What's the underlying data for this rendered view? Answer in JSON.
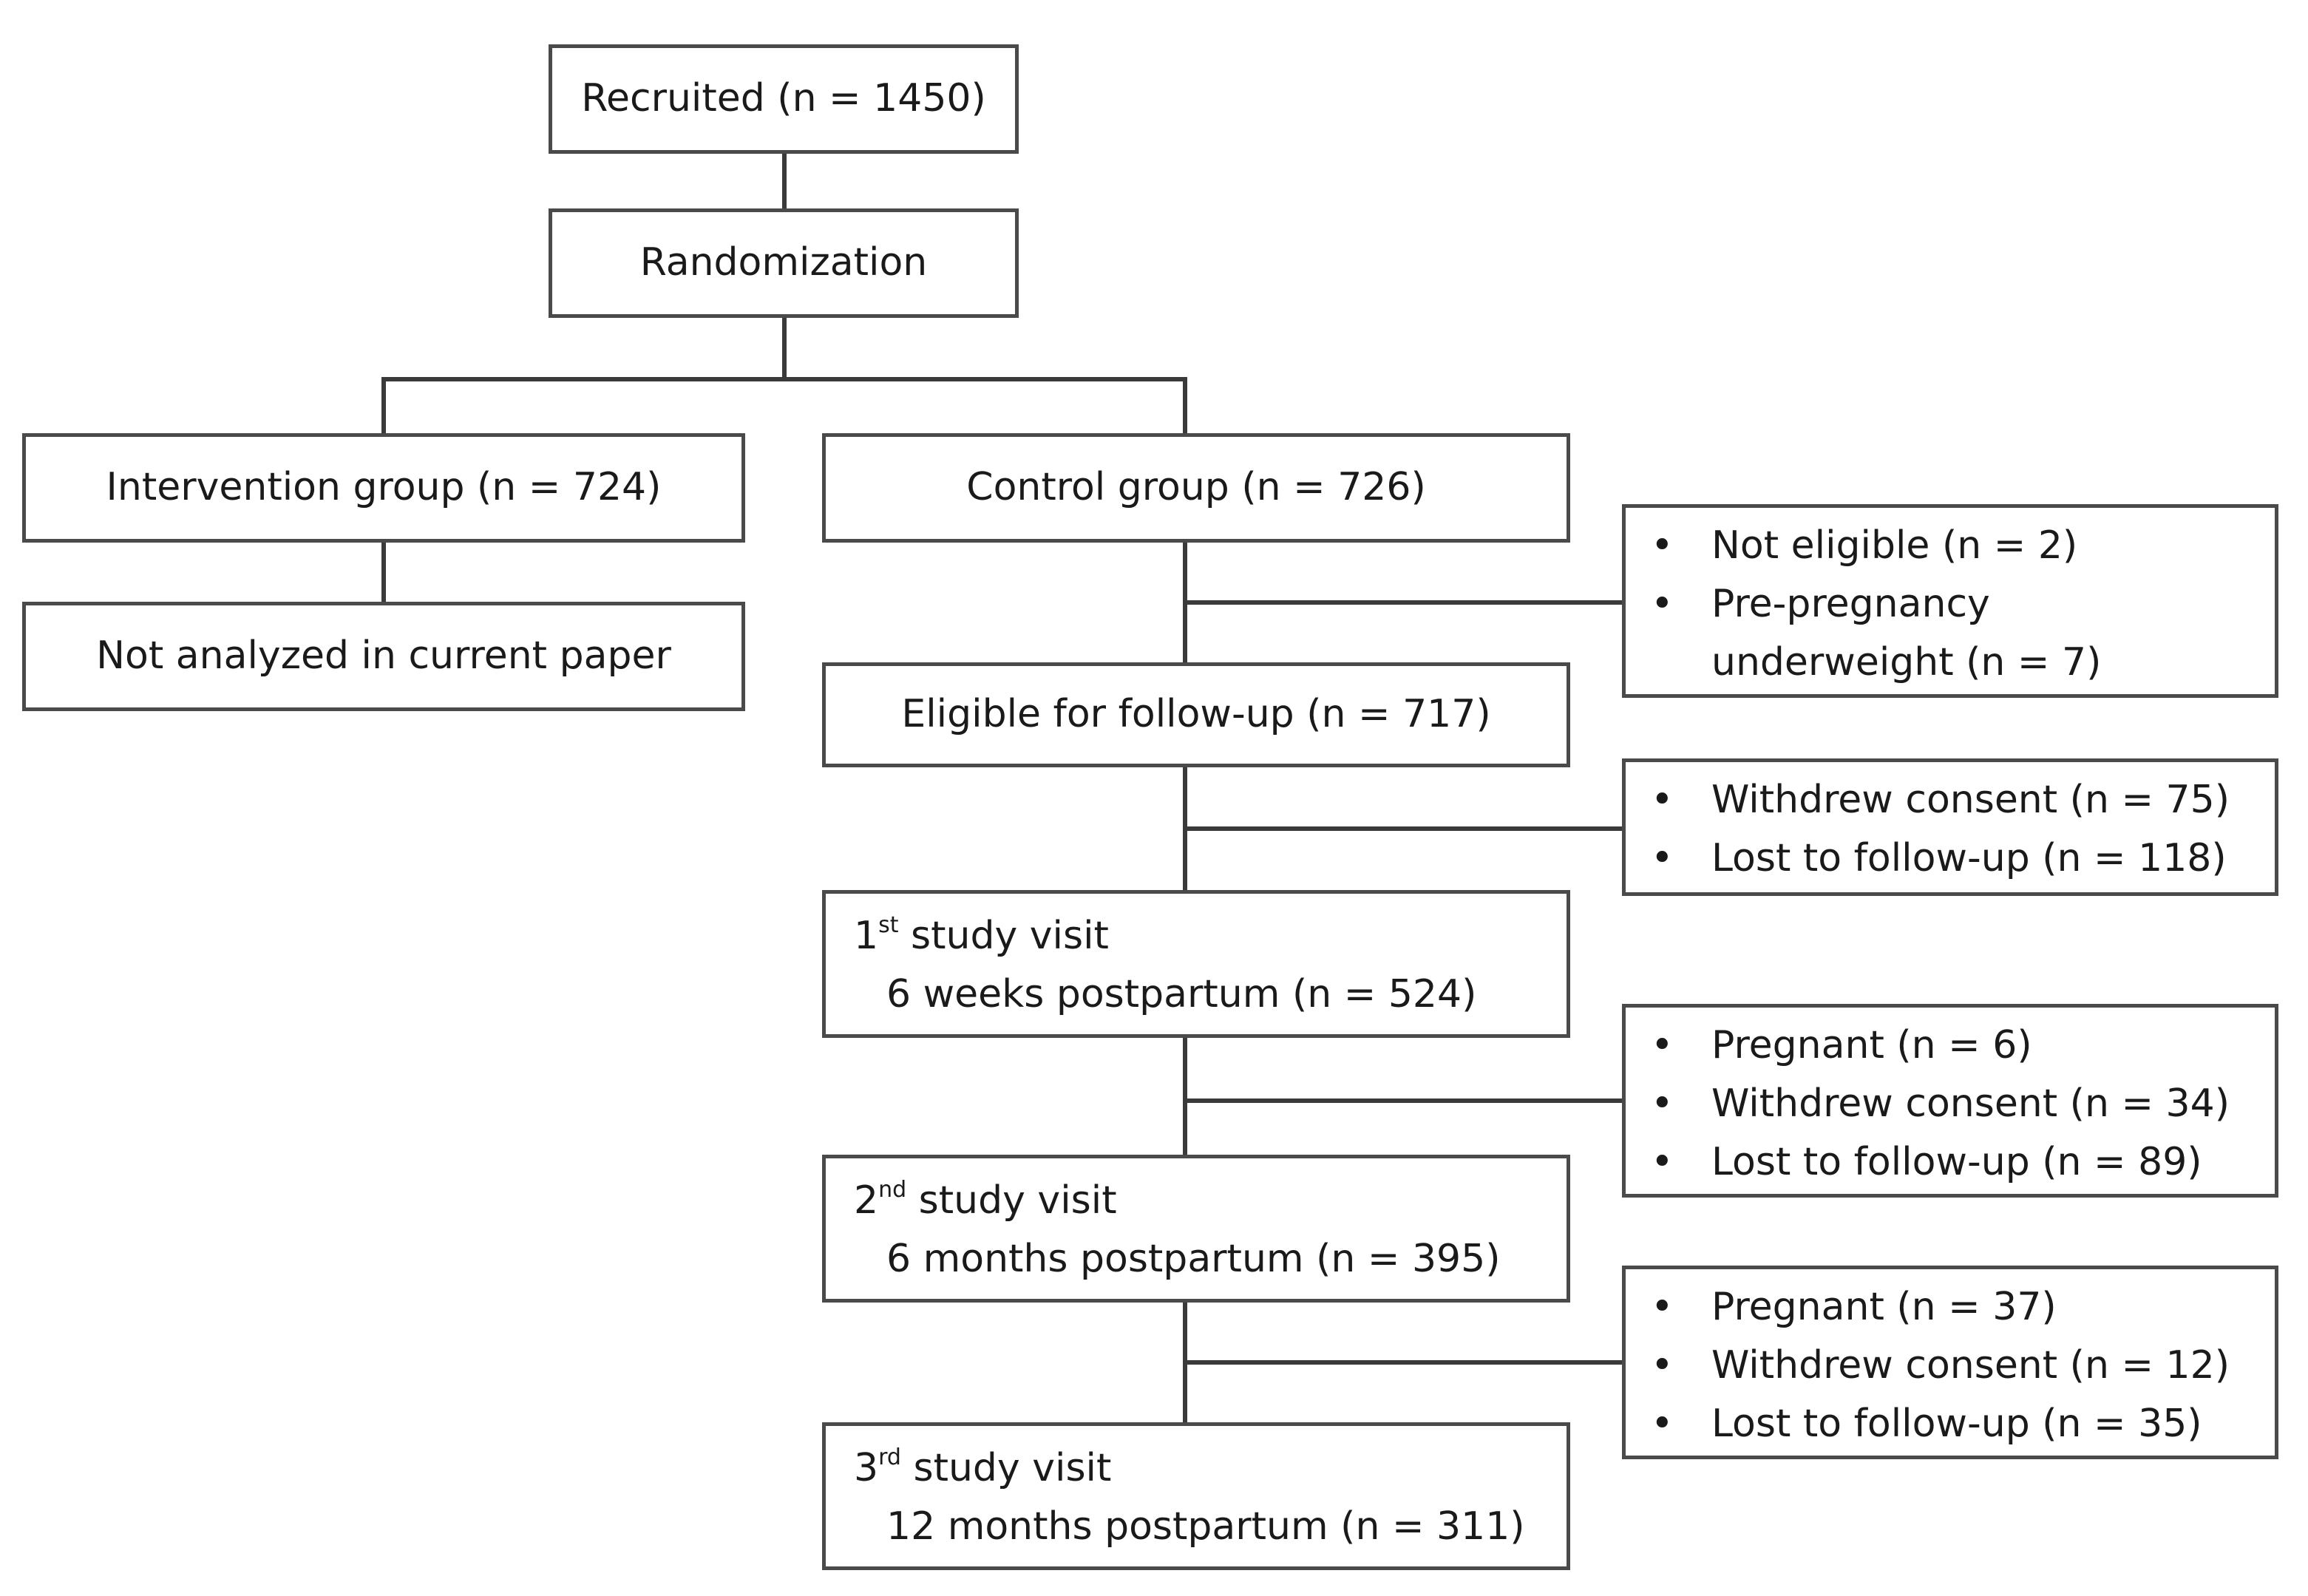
{
  "recruited": "Recruited (n = 1450)",
  "randomization": "Randomization",
  "intervention": "Intervention group (n = 724)",
  "not_analyzed": "Not analyzed in current paper",
  "control": "Control group (n = 726)",
  "eligible": "Eligible for follow-up (n = 717)",
  "visit1": {
    "num": "1",
    "sup": "st",
    "title": " study visit",
    "sub": "6 weeks postpartum (n = 524)"
  },
  "visit2": {
    "num": "2",
    "sup": "nd",
    "title": " study visit",
    "sub": "6 months postpartum (n = 395)"
  },
  "visit3": {
    "num": "3",
    "sup": "rd",
    "title": " study visit",
    "sub": "12 months postpartum (n = 311)"
  },
  "bullet_char": "•",
  "excl1": [
    "Not eligible (n = 2)",
    "Pre-pregnancy",
    "underweight (n = 7)"
  ],
  "excl2": [
    "Withdrew consent (n = 75)",
    "Lost to follow-up (n = 118)"
  ],
  "excl3": [
    "Pregnant (n = 6)",
    "Withdrew consent (n = 34)",
    "Lost to follow-up (n = 89)"
  ],
  "excl4": [
    "Pregnant (n = 37)",
    "Withdrew consent (n = 12)",
    "Lost to follow-up (n = 35)"
  ]
}
